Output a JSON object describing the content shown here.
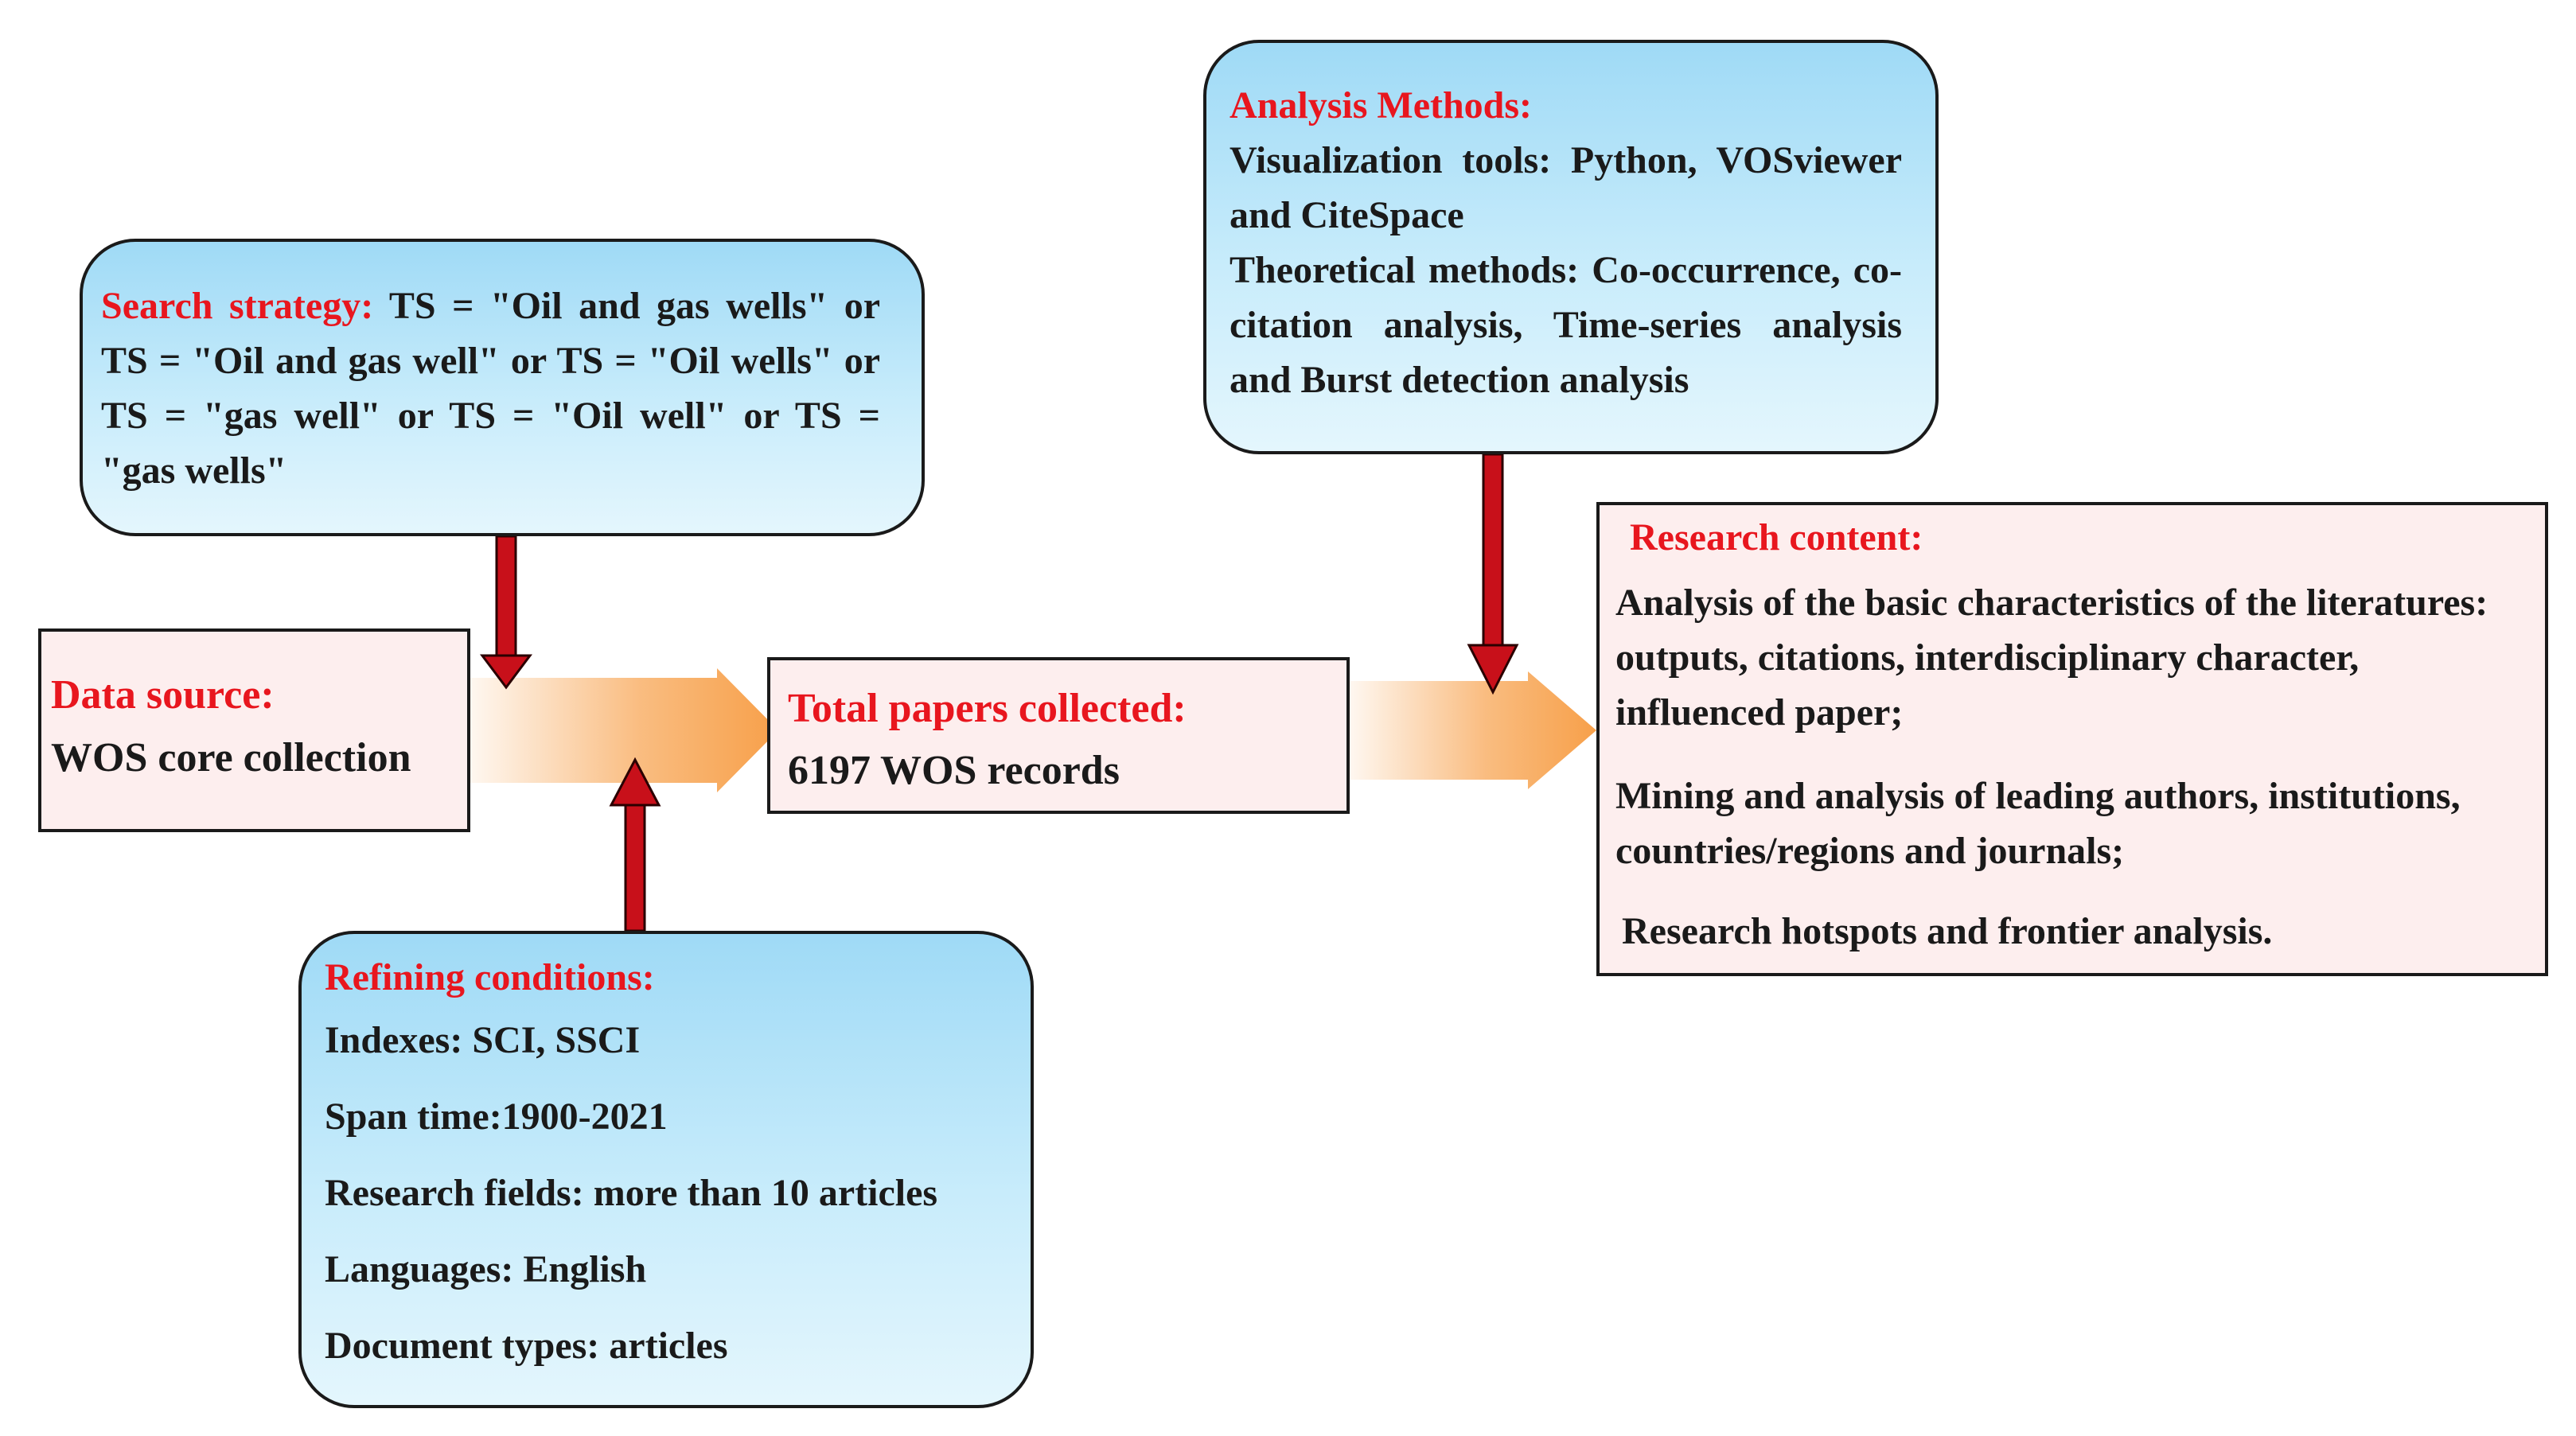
{
  "search_strategy": {
    "label": "Search strategy:",
    "text": "TS = \"Oil and gas wells\" or TS = \"Oil and gas well\" or TS = \"Oil wells\" or TS = \"gas well\" or TS = \"Oil well\" or TS = \"gas wells\""
  },
  "analysis_methods": {
    "label": "Analysis Methods:",
    "lines": [
      "Visualization tools: Python, VOSviewer and CiteSpace",
      "Theoretical methods: Co-occurrence, co-citation analysis, Time-series analysis and Burst detection analysis"
    ]
  },
  "data_source": {
    "label": "Data source:",
    "text": "WOS core collection"
  },
  "total_papers": {
    "label": "Total papers collected:",
    "text": "6197 WOS records"
  },
  "refining_conditions": {
    "label": "Refining conditions:",
    "items": [
      "Indexes: SCI, SSCI",
      "Span time:1900-2021",
      "Research fields: more than 10 articles",
      "Languages: English",
      "Document types: articles"
    ]
  },
  "research_content": {
    "label": "Research content:",
    "items": [
      "Analysis of the basic characteristics of the literatures: outputs, citations, interdisciplinary character, influenced paper;",
      "Mining and analysis of leading authors, institutions, countries/regions and journals;",
      "Research hotspots and frontier analysis."
    ]
  },
  "colors": {
    "label_red": "#e8161e",
    "box_blue_top": "#9fdaf6",
    "box_blue_bottom": "#e4f6fd",
    "box_pink": "#fdeeee",
    "flow_arrow_orange": "#f7a04a",
    "down_arrow_red": "#c8101a"
  }
}
